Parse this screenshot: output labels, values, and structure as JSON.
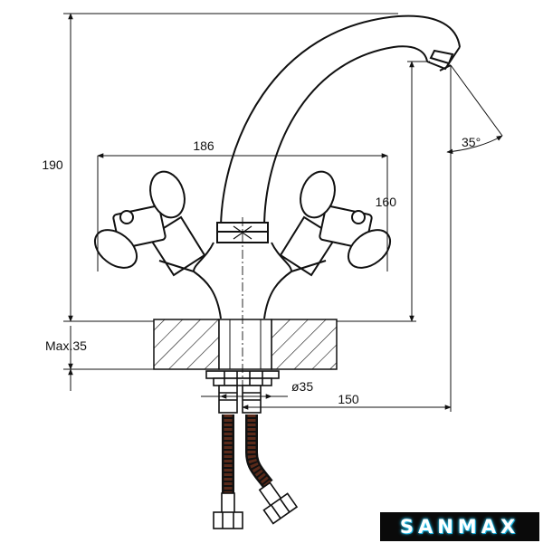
{
  "dimensions": {
    "height_total": "190",
    "height_spout": "160",
    "width_handles": "186",
    "reach": "150",
    "max_thickness": "Max.35",
    "hole_diameter": "ø35",
    "angle": "35°"
  },
  "brand": {
    "logo": "SANMAX"
  },
  "colors": {
    "line": "#111111",
    "hose": "#5a2a1a",
    "logo_bg": "#0a0a0a",
    "logo_glow": "#25c4f0"
  }
}
